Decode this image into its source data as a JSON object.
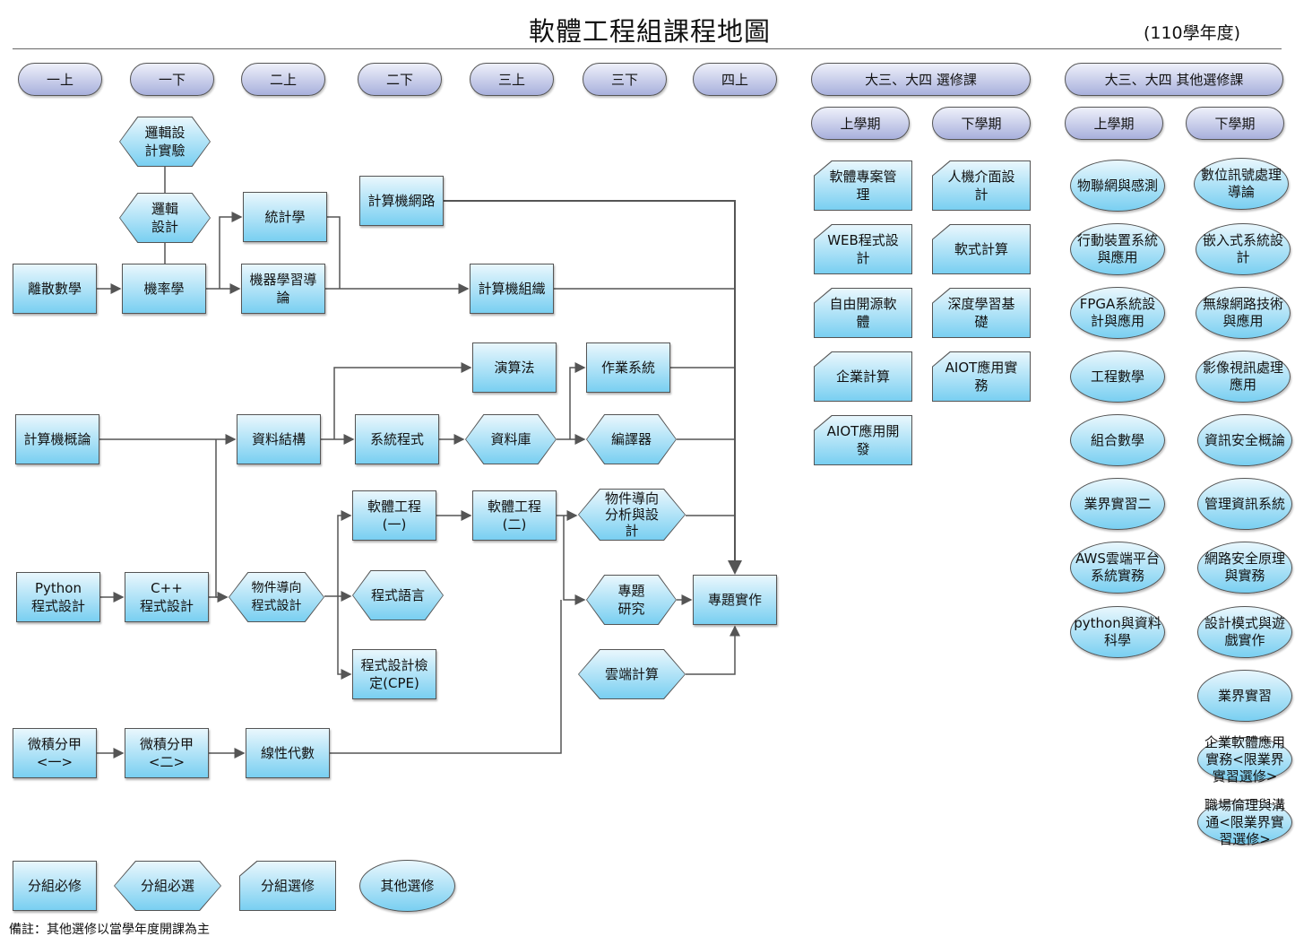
{
  "title": "軟體工程組課程地圖",
  "year": "(110學年度)",
  "headers": {
    "y1a": "一上",
    "y1b": "一下",
    "y2a": "二上",
    "y2b": "二下",
    "y3a": "三上",
    "y3b": "三下",
    "y4a": "四上",
    "elective": "大三、大四 選修課",
    "other": "大三、大四 其他選修課",
    "sem1": "上學期",
    "sem2": "下學期"
  },
  "courses": {
    "logic_lab": "邏輯設\n計實驗",
    "logic": "邏輯\n設計",
    "discrete": "離散數學",
    "prob": "機率學",
    "stats": "統計學",
    "ml": "機器學習導\n論",
    "network": "計算機網路",
    "org": "計算機組織",
    "algo": "演算法",
    "os": "作業系統",
    "intro": "計算機概論",
    "ds": "資料結構",
    "sysprog": "系統程式",
    "db": "資料庫",
    "compiler": "編譯器",
    "se1": "軟體工程\n(一)",
    "se2": "軟體工程\n(二)",
    "ooad": "物件導向\n分析與設\n計",
    "python": "Python\n程式設計",
    "cpp": "C++\n程式設計",
    "oop": "物件導向\n程式設計",
    "pl": "程式語言",
    "research": "專題\n研究",
    "project": "專題實作",
    "cpe": "程式設計檢\n定(CPE)",
    "cloud": "雲端計算",
    "calc1": "微積分甲\n<一>",
    "calc2": "微積分甲\n<二>",
    "linalg": "線性代數"
  },
  "electives_sem1": [
    "軟體專案管\n理",
    "WEB程式設\n計",
    "自由開源軟\n體",
    "企業計算",
    "AIOT應用開\n發"
  ],
  "electives_sem2": [
    "人機介面設\n計",
    "軟式計算",
    "深度學習基\n礎",
    "AIOT應用實\n務"
  ],
  "other_sem1": [
    "物聯網與感測",
    "行動裝置系統\n與應用",
    "FPGA系統設\n計與應用",
    "工程數學",
    "組合數學",
    "業界實習二",
    "AWS雲端平台\n系統實務",
    "python與資料\n科學"
  ],
  "other_sem2": [
    "數位訊號處理\n導論",
    "嵌入式系統設\n計",
    "無線網路技術\n與應用",
    "影像視訊處理\n應用",
    "資訊安全概論",
    "管理資訊系統",
    "網路安全原理\n與實務",
    "設計模式與遊\n戲實作",
    "業界實習",
    "企業軟體應用\n實務<限業界\n實習選修>",
    "職場倫理與溝\n通<限業界實\n習選修>"
  ],
  "legend": {
    "required": "分組必修",
    "required_elective": "分組必選",
    "elective": "分組選修",
    "other": "其他選修"
  },
  "note": "備註：其他選修以當學年度開課為主",
  "colors": {
    "node_top": "#e9f7fd",
    "node_bottom": "#79cff1",
    "pill_bottom": "#a8b0dc",
    "line": "#555555"
  }
}
